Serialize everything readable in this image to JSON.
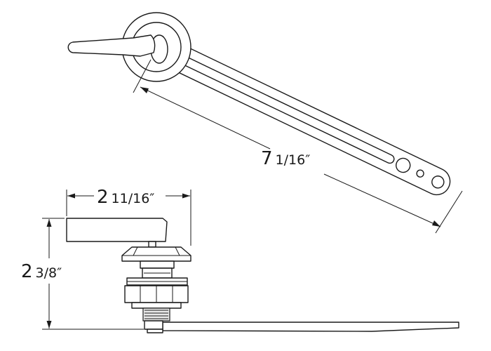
{
  "dimensions": {
    "arm_length": {
      "whole": "7",
      "fraction": "1/16″"
    },
    "handle_width": {
      "whole": "2",
      "fraction": "11/16″"
    },
    "assembly_height": {
      "whole": "2",
      "fraction": "3/8″"
    }
  },
  "colors": {
    "line": "#1a1a1a",
    "background": "#ffffff"
  }
}
